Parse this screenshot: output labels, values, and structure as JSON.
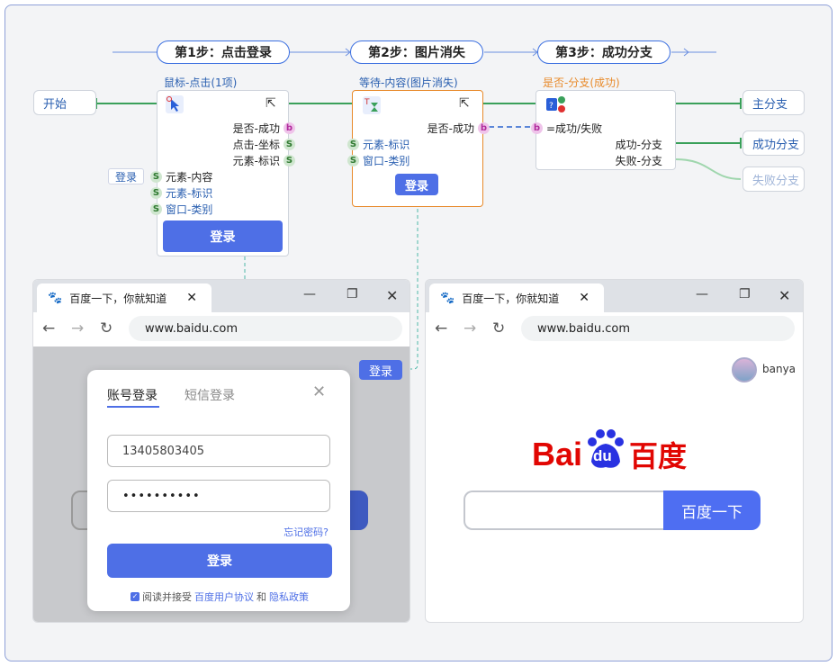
{
  "steps": {
    "s1": "第1步：点击登录",
    "s2": "第2步：图片消失",
    "s3": "第3步：成功分支"
  },
  "start": "开始",
  "node1": {
    "title": "鼠标-点击(1项)",
    "row_success": "是否-成功",
    "row_coord": "点击-坐标",
    "row_elemid": "元素-标识",
    "in_content": "元素-内容",
    "in_elemid": "元素-标识",
    "in_window": "窗口-类别",
    "button": "登录",
    "tag": "登录"
  },
  "node2": {
    "title": "等待-内容(图片消失)",
    "row_success": "是否-成功",
    "in_elemid": "元素-标识",
    "in_window": "窗口-类别",
    "button": "登录"
  },
  "node3": {
    "title": "是否-分支(成功)",
    "expr": "=成功/失败",
    "row_ok": "成功-分支",
    "row_fail": "失败-分支"
  },
  "branches": {
    "main": "主分支",
    "ok": "成功分支",
    "fail": "失败分支"
  },
  "port_b": "b",
  "port_s": "S",
  "browser_left": {
    "tab": "百度一下，你就知道",
    "url": "www.baidu.com",
    "login_tag": "登录",
    "dialog": {
      "tab_account": "账号登录",
      "tab_sms": "短信登录",
      "phone": "13405803405",
      "password": "••••••••••",
      "forgot": "忘记密码?",
      "submit": "登录",
      "agree_prefix": "阅读并接受",
      "agree_link1": "百度用户协议",
      "agree_and": "和",
      "agree_link2": "隐私政策"
    }
  },
  "browser_right": {
    "tab": "百度一下，你就知道",
    "url": "www.baidu.com",
    "user": "banya",
    "logo_text": "Bai",
    "logo_du": "du",
    "logo_cn": "百度",
    "search_button": "百度一下"
  },
  "colors": {
    "accent": "#4e6fe6",
    "green": "#3aa05a",
    "orange": "#e88a2a",
    "baidu_red": "#e10602",
    "baidu_blue": "#2932e1"
  }
}
